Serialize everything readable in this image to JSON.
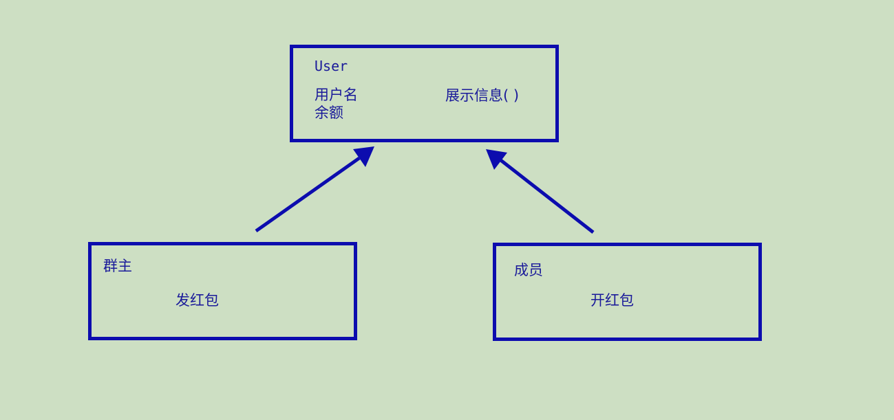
{
  "diagram": {
    "user": {
      "title": "User",
      "attributes": [
        "用户名",
        "余额"
      ],
      "method": "展示信息( )"
    },
    "owner": {
      "title": "群主",
      "method": "发红包"
    },
    "member": {
      "title": "成员",
      "method": "开红包"
    }
  },
  "colors": {
    "background": "#cddfc3",
    "stroke": "#0c0cae",
    "text": "#1a1a9a"
  }
}
